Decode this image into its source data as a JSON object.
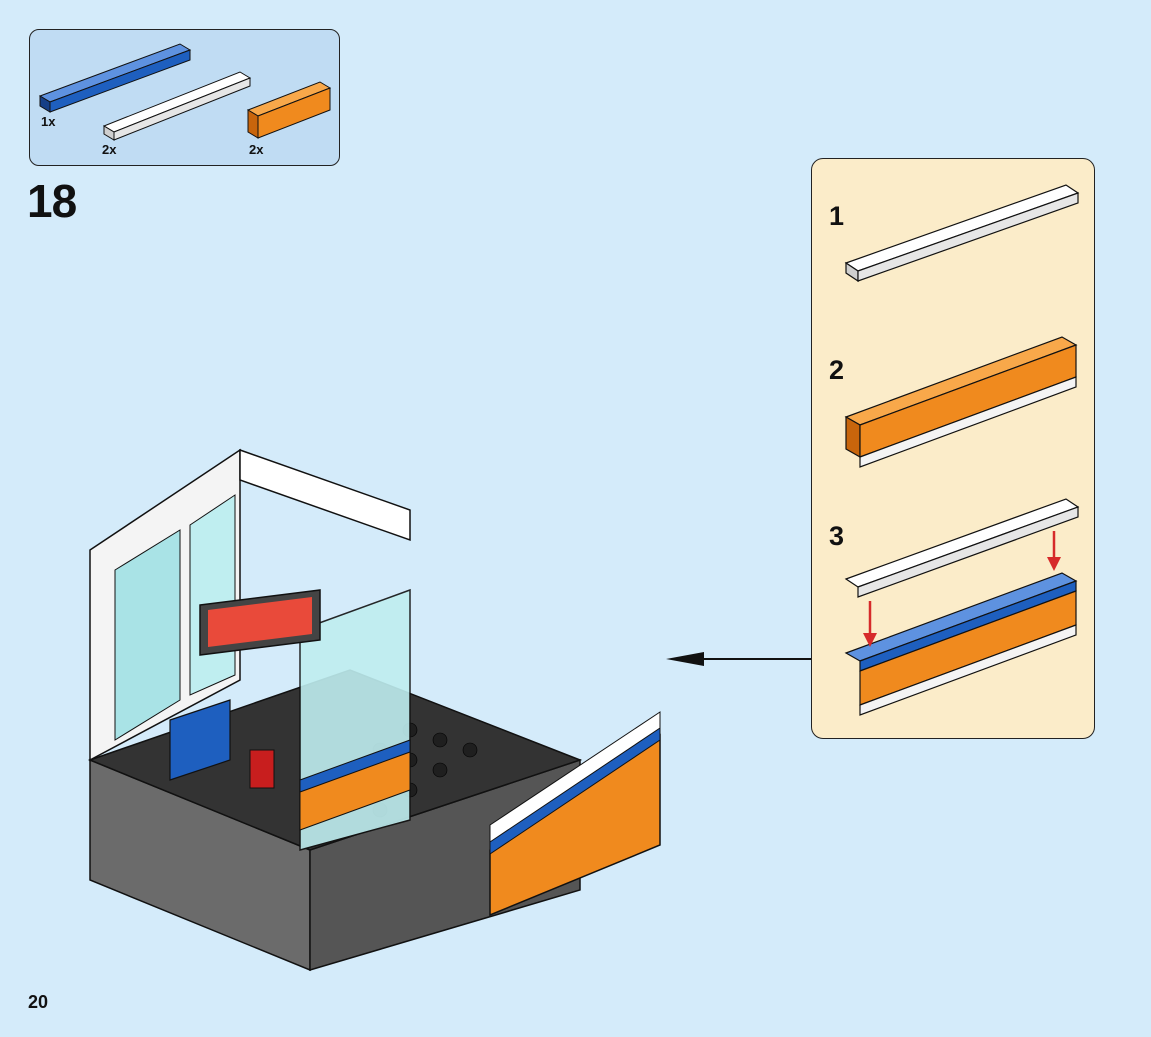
{
  "page": {
    "page_number": "20",
    "step_number": "18"
  },
  "colors": {
    "background": "#d4ebfa",
    "parts_box": "#c0dcf3",
    "sub_panel": "#fbecc9",
    "blue_brick": "#1e5fbf",
    "orange_brick": "#f08a1e",
    "white_brick": "#f4f4f4",
    "dark_gray": "#3a3a3a",
    "arrow_red": "#d62a2a"
  },
  "parts_list": [
    {
      "name": "blue 1x8 plate",
      "qty": "1x",
      "color": "#1e5fbf"
    },
    {
      "name": "white 1x8 plate",
      "qty": "2x",
      "color": "#f4f4f4"
    },
    {
      "name": "orange 1x4 brick",
      "qty": "2x",
      "color": "#f08a1e"
    }
  ],
  "substeps": [
    {
      "label": "1"
    },
    {
      "label": "2"
    },
    {
      "label": "3"
    }
  ],
  "icons": [
    "callout-arrow-icon",
    "down-arrow-icon"
  ]
}
